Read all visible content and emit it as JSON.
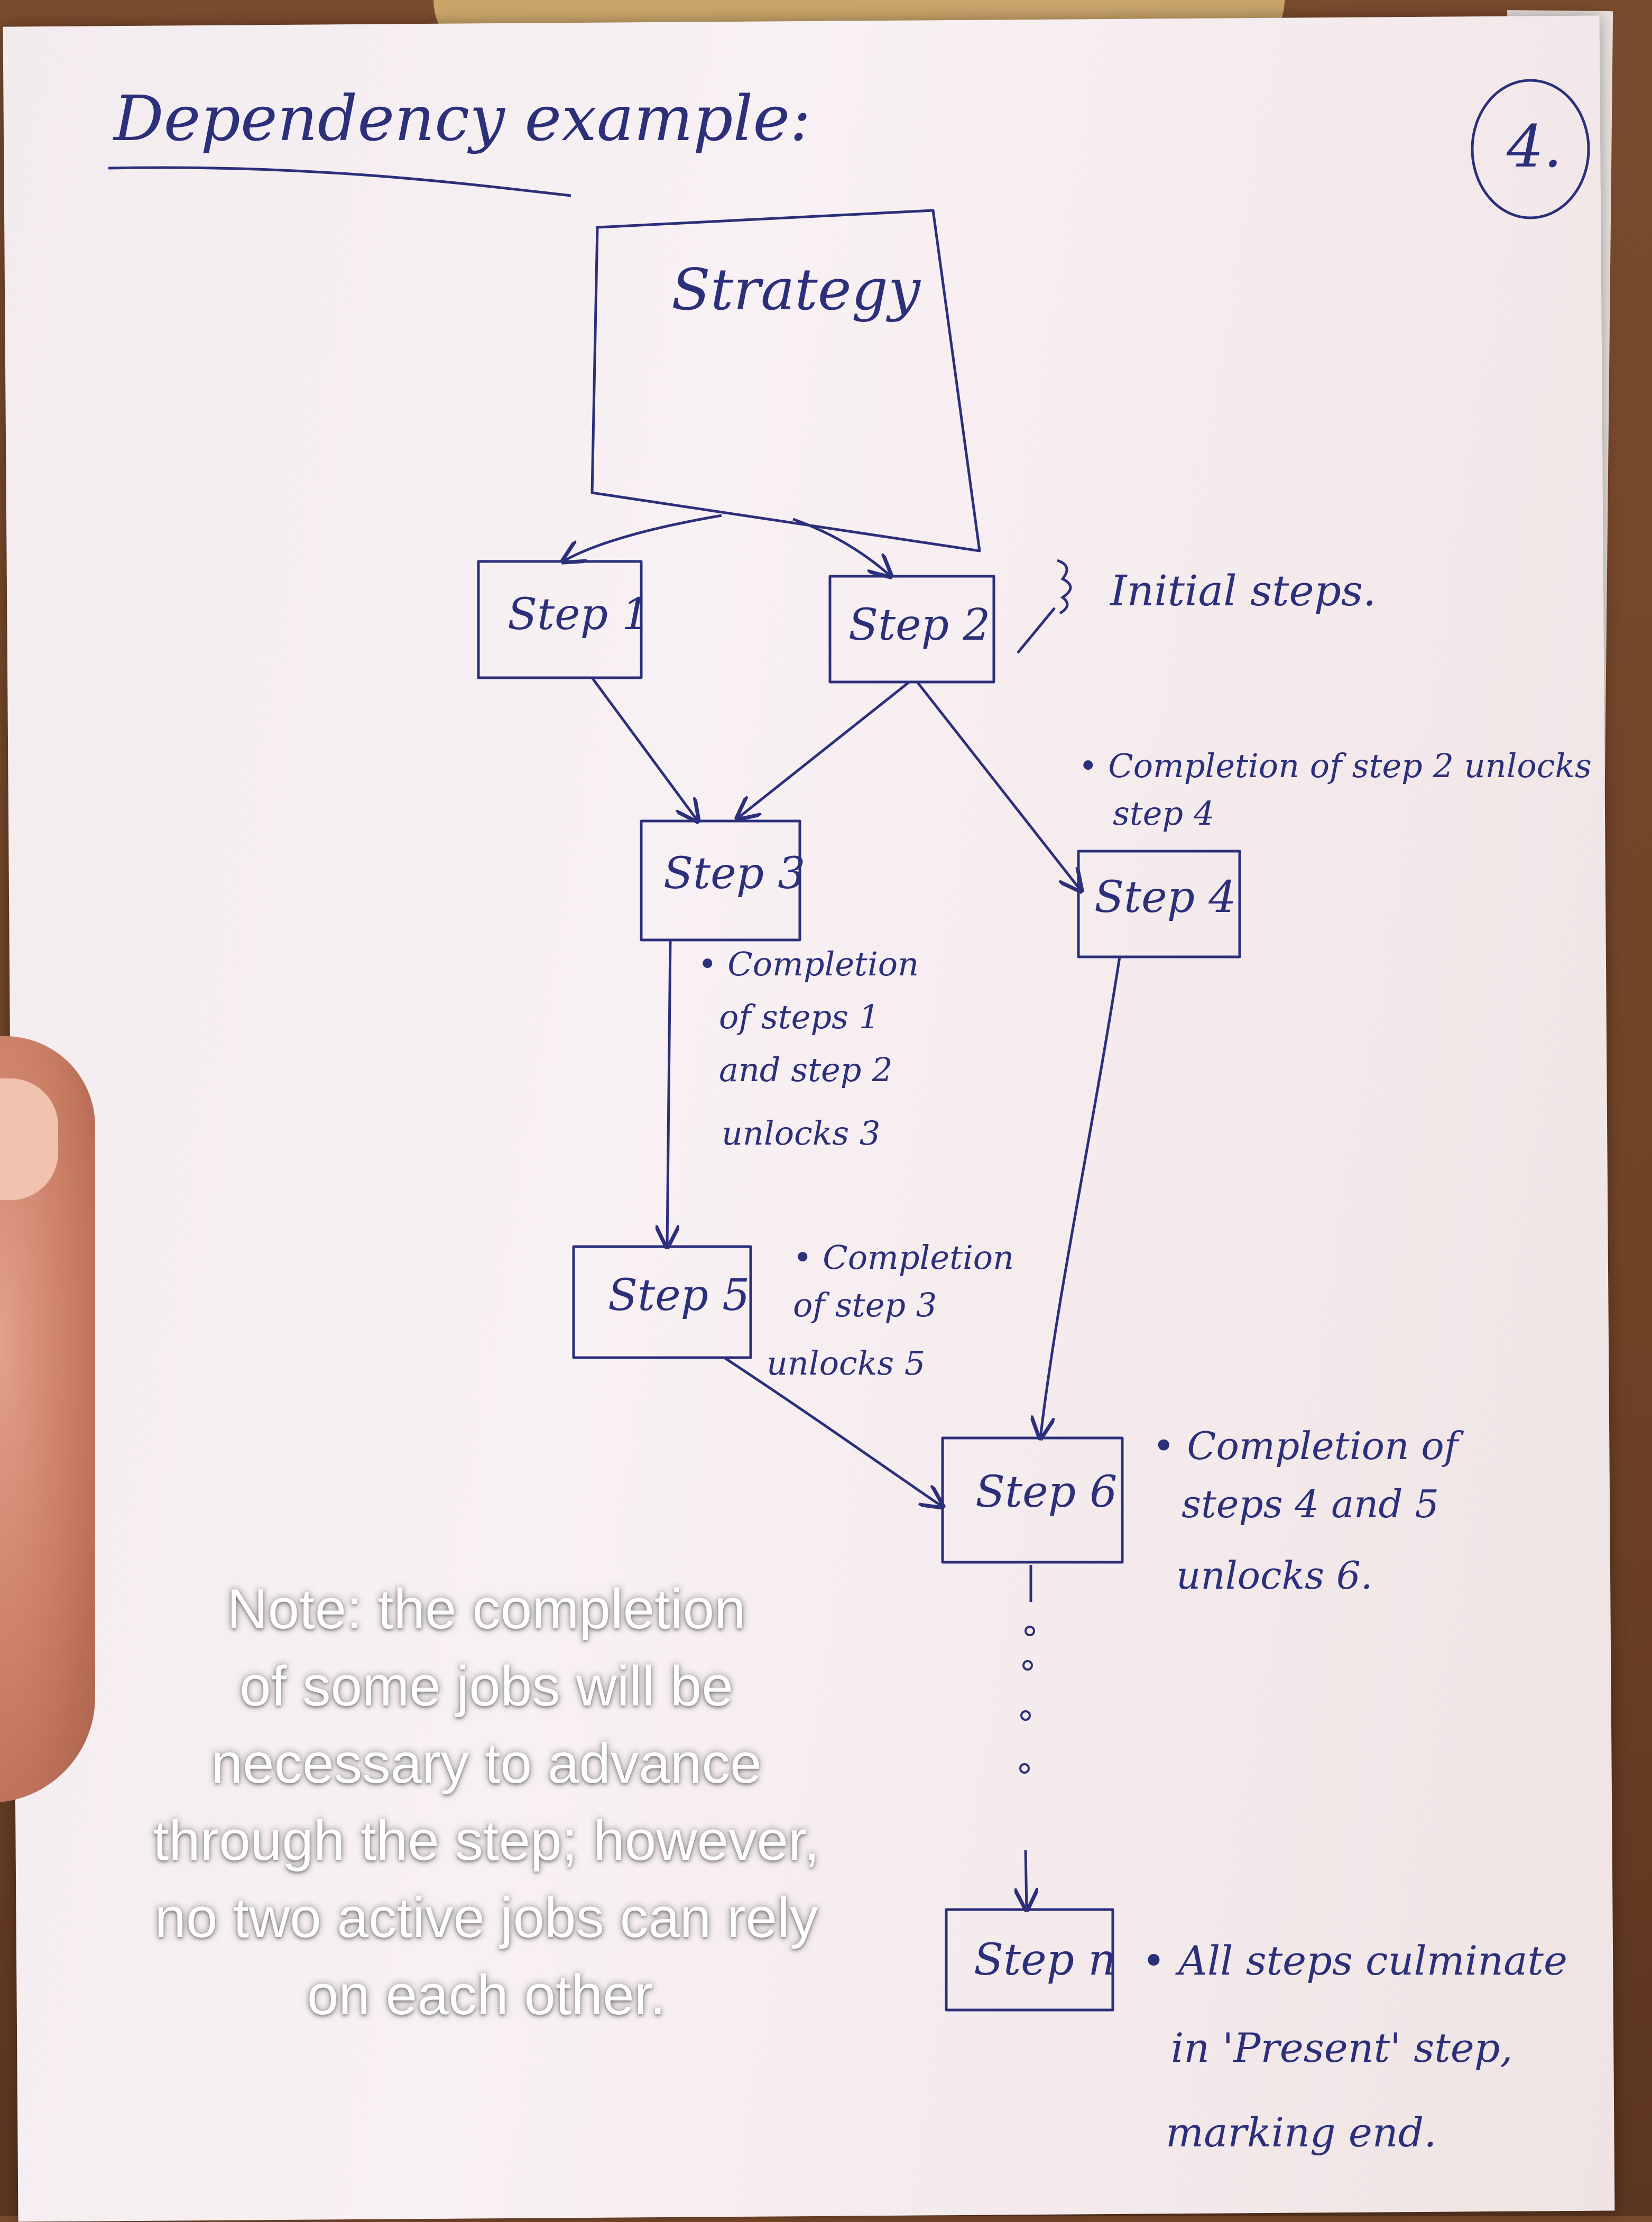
{
  "title": "Dependency example:",
  "page_number": "4.",
  "nodes": {
    "strategy": "Strategy",
    "step1": "Step 1",
    "step2": "Step 2",
    "step3": "Step 3",
    "step4": "Step 4",
    "step5": "Step 5",
    "step6": "Step 6",
    "stepn": "Step n"
  },
  "annotations": {
    "initial_steps": "Initial steps.",
    "step2_unlocks": [
      "• Completion of step 2 unlocks",
      "step 4"
    ],
    "step3_unlocks": [
      "• Completion",
      "of steps 1",
      "and step 2",
      "unlocks 3"
    ],
    "step5_unlocks": [
      "• Completion",
      "of step 3",
      "unlocks 5"
    ],
    "step6_unlocks": [
      "• Completion of",
      "steps 4 and 5",
      "unlocks 6."
    ],
    "stepn_note": [
      "• All steps culminate",
      "in 'Present' step,",
      "marking end."
    ]
  },
  "overlay_note": [
    "Note: the completion",
    "of some jobs will be",
    "necessary to advance",
    "through the step; however,",
    "no two active jobs can rely",
    "on each other."
  ],
  "colors": {
    "ink": "#2c2f7a",
    "paper": "#f6eef1",
    "table": "#7a4a2c"
  }
}
